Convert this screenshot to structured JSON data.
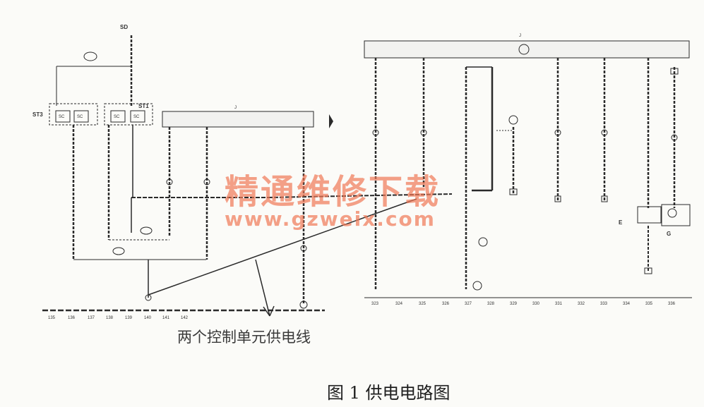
{
  "diagram": {
    "caption_annotation": "两个控制单元供电线",
    "figure_title": "图 1  供电电路图",
    "watermark": {
      "cn": "精通维修下载",
      "url": "www.gzweix.com"
    },
    "left_supply": "SD",
    "fuse_groups": [
      "ST3",
      "ST1"
    ],
    "fuse_label": "SC",
    "left_ecu": "J",
    "right_ecu": "J",
    "components": [
      "E",
      "G"
    ],
    "pins_right": [
      "323",
      "324",
      "325",
      "326",
      "327",
      "328",
      "329",
      "330",
      "331",
      "332",
      "333",
      "334",
      "335",
      "336"
    ],
    "pins_left": [
      "135",
      "136",
      "137",
      "138",
      "139",
      "140",
      "141",
      "142"
    ]
  },
  "colors": {
    "line": "#2a2a2a",
    "watermark": "#f07855",
    "ecu_fill": "#f2f2f0"
  }
}
